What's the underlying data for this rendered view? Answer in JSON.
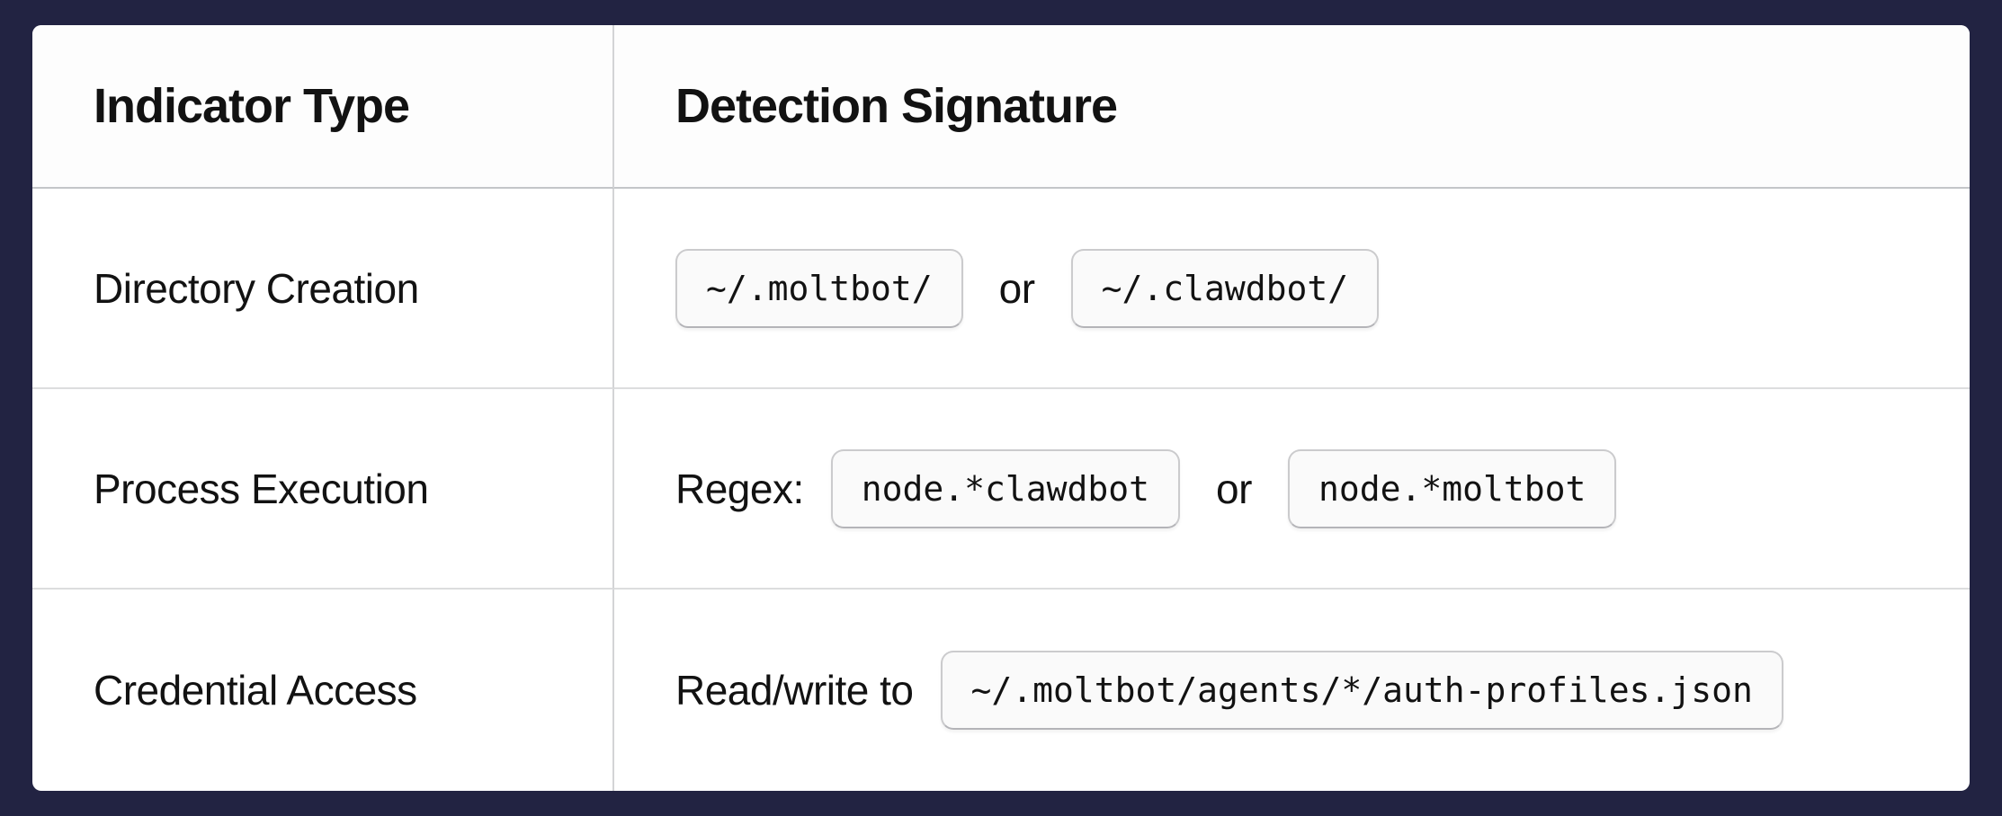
{
  "theme": {
    "page_bg": "#222342",
    "card_bg": "#ffffff",
    "header_bg": "#fdfdfd",
    "header_border": "#c4c6c8",
    "row_border": "#dcddde",
    "divider": "#d3d4d6",
    "code_bg": "#fafafa",
    "code_border": "#cbcbcd",
    "code_border_bottom": "#b4b4b8",
    "text": "#121212"
  },
  "table": {
    "columns": [
      {
        "label": "Indicator Type"
      },
      {
        "label": "Detection Signature"
      }
    ],
    "rows": [
      {
        "indicator": "Directory Creation",
        "signature": [
          {
            "type": "code",
            "text": "~/.moltbot/"
          },
          {
            "type": "text",
            "text": "or"
          },
          {
            "type": "code",
            "text": "~/.clawdbot/"
          }
        ]
      },
      {
        "indicator": "Process Execution",
        "signature": [
          {
            "type": "text",
            "text": "Regex:"
          },
          {
            "type": "code",
            "text": "node.*clawdbot"
          },
          {
            "type": "text",
            "text": "or"
          },
          {
            "type": "code",
            "text": "node.*moltbot"
          }
        ]
      },
      {
        "indicator": "Credential Access",
        "signature": [
          {
            "type": "text",
            "text": "Read/write to"
          },
          {
            "type": "code",
            "text": "~/.moltbot/agents/*/auth-profiles.json"
          }
        ]
      }
    ]
  }
}
